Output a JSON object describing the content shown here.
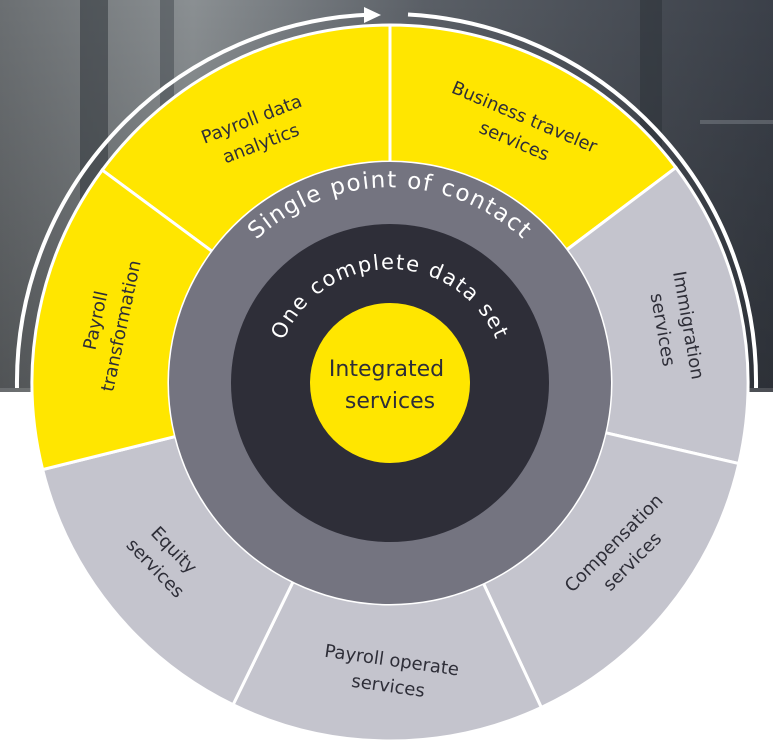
{
  "outer_ring": [
    {
      "id": "payroll-data-analytics",
      "label_lines": [
        "Payroll data",
        "analytics"
      ],
      "color": "#ffe600"
    },
    {
      "id": "business-traveler-services",
      "label_lines": [
        "Business traveler",
        "services"
      ],
      "color": "#ffe600"
    },
    {
      "id": "immigration-services",
      "label_lines": [
        "Immigration",
        "services"
      ],
      "color": "#c4c4cd"
    },
    {
      "id": "compensation-services",
      "label_lines": [
        "Compensation",
        "services"
      ],
      "color": "#c4c4cd"
    },
    {
      "id": "payroll-operate-services",
      "label_lines": [
        "Payroll operate",
        "services"
      ],
      "color": "#c4c4cd"
    },
    {
      "id": "equity-services",
      "label_lines": [
        "Equity",
        "services"
      ],
      "color": "#c4c4cd"
    },
    {
      "id": "payroll-transformation",
      "label_lines": [
        "Payroll",
        "transformation"
      ],
      "color": "#ffe600"
    }
  ],
  "middle_ring": {
    "label": "Single point of contact",
    "color": "#747480"
  },
  "inner_ring": {
    "label": "One complete data set",
    "color": "#2e2e38"
  },
  "core": {
    "label_lines": [
      "Integrated",
      "services"
    ],
    "color": "#ffe600"
  },
  "background": {
    "photo_color": "#4a5058",
    "arrow_color": "#ffffff"
  }
}
